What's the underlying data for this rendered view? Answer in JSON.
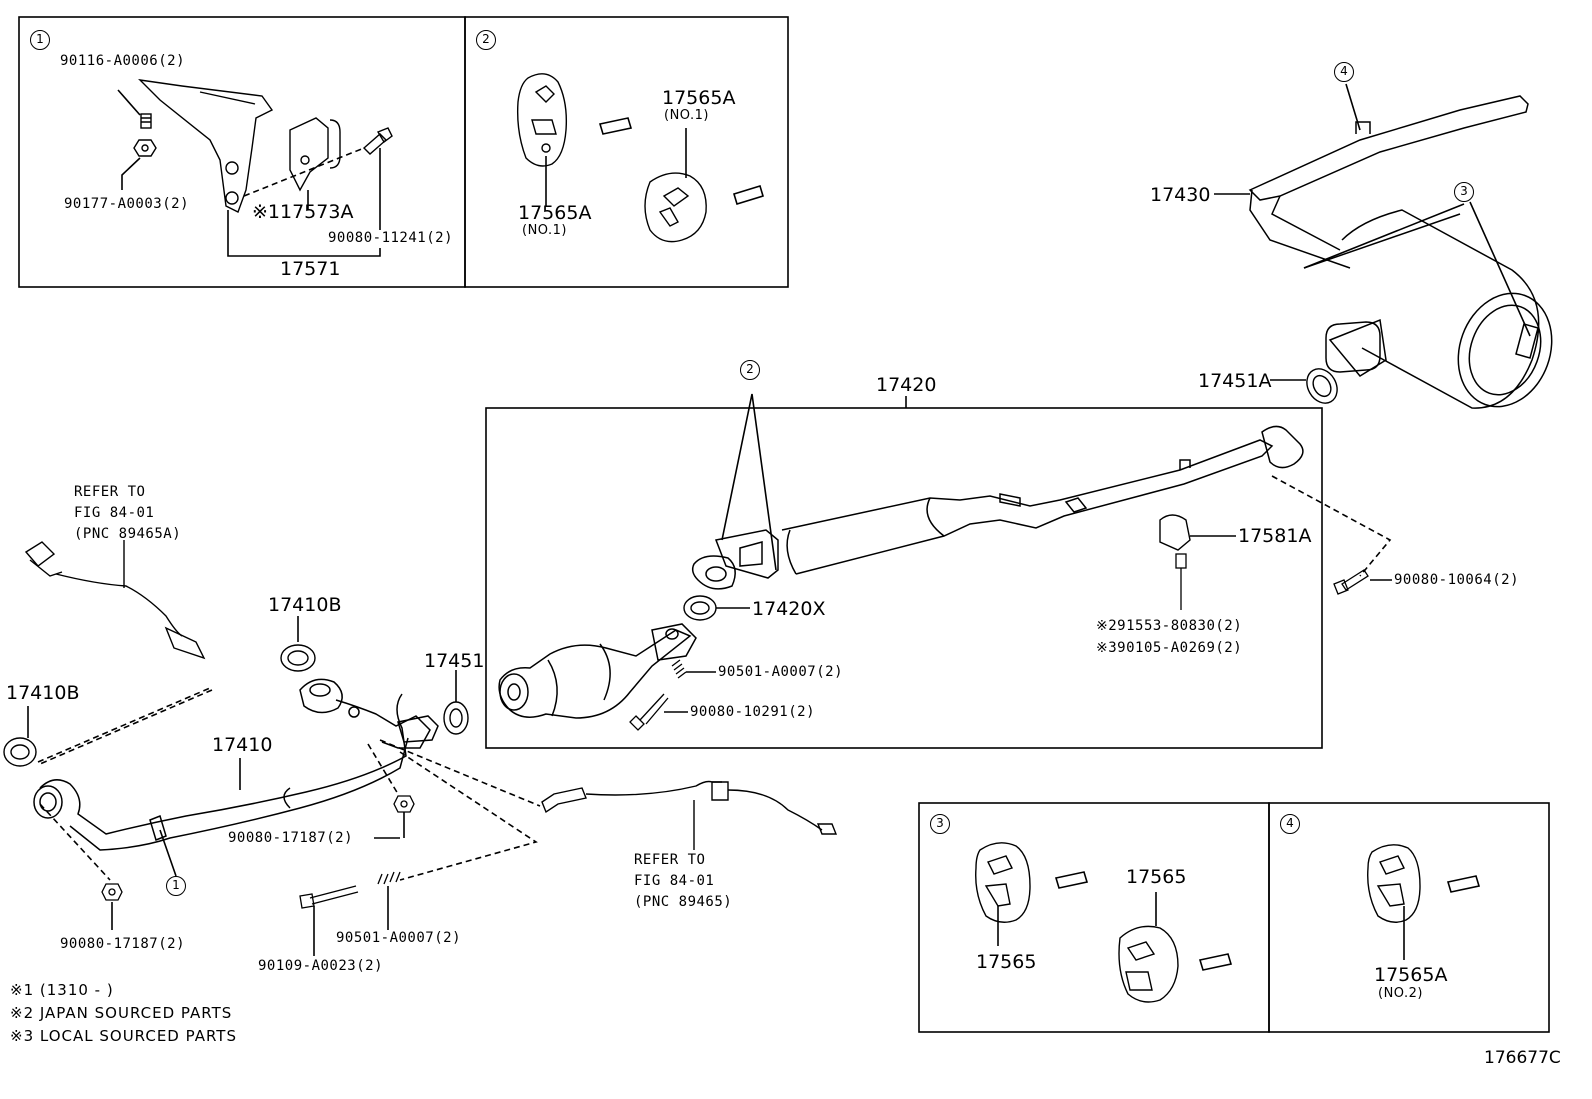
{
  "parts": {
    "p90116": "90116-A0006(2)",
    "p90177": "90177-A0003(2)",
    "p17573A": "※117573A",
    "p90080_11241": "90080-11241(2)",
    "p17571": "17571",
    "p17565A_1a": "17565A",
    "p17565A_1a_sub": "(NO.1)",
    "p17565A_1b": "17565A",
    "p17565A_1b_sub": "(NO.1)",
    "p17430": "17430",
    "p17420": "17420",
    "p17451A": "17451A",
    "p17581A": "17581A",
    "p90080_10064": "90080-10064(2)",
    "p91553": "※291553-80830(2)",
    "p90105": "※390105-A0269(2)",
    "p17420X": "17420X",
    "p90501_top": "90501-A0007(2)",
    "p90080_10291": "90080-10291(2)",
    "p17451": "17451",
    "p17410B_top": "17410B",
    "p17410B_left": "17410B",
    "p17410": "17410",
    "p90080_17187_mid": "90080-17187(2)",
    "p90080_17187_bot": "90080-17187(2)",
    "p90501_bot": "90501-A0007(2)",
    "p90109": "90109-A0023(2)",
    "p17565_a": "17565",
    "p17565_b": "17565",
    "p17565A_2": "17565A",
    "p17565A_2_sub": "(NO.2)"
  },
  "refs": {
    "ref_top_1": "REFER TO",
    "ref_top_2": "FIG 84-01",
    "ref_top_3": "(PNC 89465A)",
    "ref_bot_1": "REFER TO",
    "ref_bot_2": "FIG 84-01",
    "ref_bot_3": "(PNC 89465)"
  },
  "circles": {
    "c1": "1",
    "c2": "2",
    "c3": "3",
    "c4": "4",
    "c1b": "1",
    "c2b": "2",
    "c3b": "3",
    "c4b": "4"
  },
  "notes": {
    "n1": "※1 (1310 -        )",
    "n2": "※2 JAPAN SOURCED PARTS",
    "n3": "※3 LOCAL SOURCED PARTS"
  },
  "figure_id": "176677C"
}
